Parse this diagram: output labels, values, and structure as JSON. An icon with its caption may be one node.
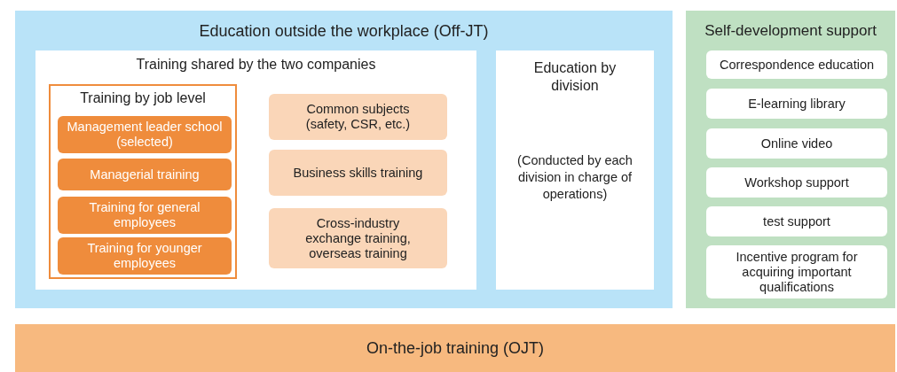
{
  "diagram": {
    "nodes": [
      {
        "text": [
          "Education outside the workplace (Off-JT)"
        ]
      },
      {
        "text": [
          "Training shared by the two companies"
        ],
        "in": 0
      },
      {
        "text": [
          "Training by job level"
        ],
        "in": 1
      },
      {
        "text": [
          "Management leader school (selected)"
        ],
        "in": 2
      },
      {
        "text": [
          "Managerial training"
        ],
        "in": 2
      },
      {
        "text": [
          "Training for general employees"
        ],
        "in": 2
      },
      {
        "text": [
          "Training for younger employees"
        ],
        "in": 2
      },
      {
        "text": [
          "Common subjects (safety, CSR, etc.)"
        ],
        "in": 1
      },
      {
        "text": [
          "Business skills training"
        ],
        "in": 1
      },
      {
        "text": [
          "Cross-industry exchange training, overseas training"
        ],
        "in": 1
      },
      {
        "text": [
          "Education by division",
          "(Conducted by each division in charge of operations)"
        ],
        "in": 0
      },
      {
        "text": [
          "Self-development support"
        ]
      },
      {
        "text": [
          "Correspondence education"
        ],
        "in": 11
      },
      {
        "text": [
          "E-learning library"
        ],
        "in": 11
      },
      {
        "text": [
          "Online video"
        ],
        "in": 11
      },
      {
        "text": [
          "Workshop support"
        ],
        "in": 11
      },
      {
        "text": [
          "test support"
        ],
        "in": 11
      },
      {
        "text": [
          "Incentive program for acquiring important qualifications"
        ],
        "in": 11
      },
      {
        "text": [
          "On-the-job training (OJT)"
        ]
      }
    ]
  }
}
